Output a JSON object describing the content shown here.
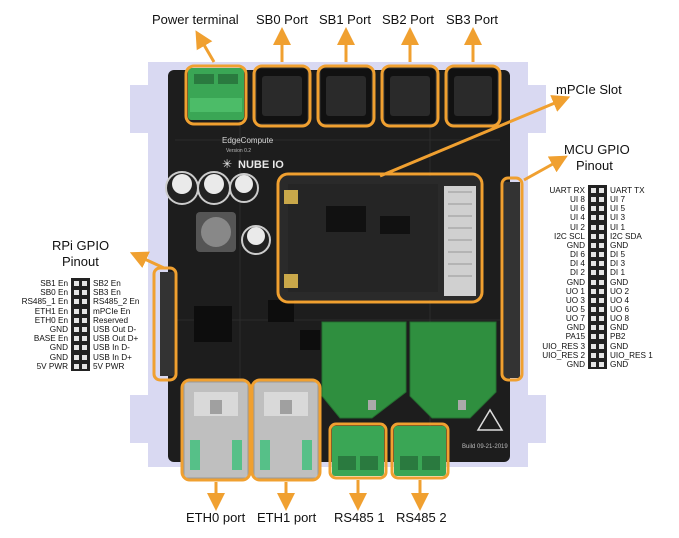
{
  "labels": {
    "power_terminal": "Power terminal",
    "sb0": "SB0 Port",
    "sb1": "SB1 Port",
    "sb2": "SB2 Port",
    "sb3": "SB3 Port",
    "mpcie": "mPCIe Slot",
    "mcu_gpio_1": "MCU GPIO",
    "mcu_gpio_2": "Pinout",
    "rpi_gpio_1": "RPi GPIO",
    "rpi_gpio_2": "Pinout",
    "eth0": "ETH0 port",
    "eth1": "ETH1 port",
    "rs485_1": "RS485 1",
    "rs485_2": "RS485 2"
  },
  "board": {
    "brand": "EdgeCompute",
    "version": "Version 0.2",
    "logo": "NUBE IO",
    "build": "Build 09-21-2019"
  },
  "rpi_pins": {
    "left": [
      "SB1 En",
      "SB0 En",
      "RS485_1 En",
      "ETH1 En",
      "ETH0 En",
      "GND",
      "BASE En",
      "GND",
      "GND",
      "5V PWR"
    ],
    "right": [
      "SB2 En",
      "SB3 En",
      "RS485_2 En",
      "mPCIe En",
      "Reserved",
      "USB Out D-",
      "USB Out D+",
      "USB In D-",
      "USB In D+",
      "5V PWR"
    ]
  },
  "mcu_pins": {
    "left": [
      "UART RX",
      "UI 8",
      "UI 6",
      "UI 4",
      "UI 2",
      "I2C SCL",
      "GND",
      "DI 6",
      "DI 4",
      "DI 2",
      "GND",
      "UO 1",
      "UO 3",
      "UO 5",
      "UO 7",
      "GND",
      "PA15",
      "UIO_RES 3",
      "UIO_RES 2",
      "GND"
    ],
    "right": [
      "UART TX",
      "UI 7",
      "UI 5",
      "UI 3",
      "UI 1",
      "I2C SDA",
      "GND",
      "DI 5",
      "DI 3",
      "DI 1",
      "GND",
      "UO 2",
      "UO 4",
      "UO 6",
      "UO 8",
      "GND",
      "PB2",
      "GND",
      "UIO_RES 1",
      "GND"
    ]
  },
  "colors": {
    "highlight": "#f0a030",
    "pcb": "#1c1c1c",
    "terminal_green": "#3aa655",
    "module_green": "#2f8f3f",
    "plate": "#d8d8f0"
  }
}
